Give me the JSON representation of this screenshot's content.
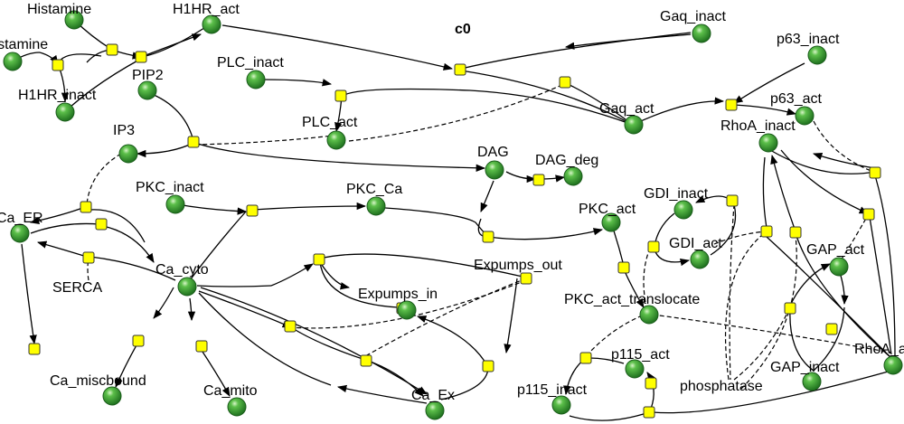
{
  "compartment": "c0",
  "colors": {
    "node": "#2e8b2e",
    "reaction": "#ffff00",
    "edge": "#000000"
  },
  "icons": {
    "species": "green-sphere-icon",
    "reaction": "yellow-square-icon"
  },
  "species": {
    "histamine": "Histamine",
    "histamine_bound": "Histamine",
    "h1hr_act": "H1HR_act",
    "h1hr_inact": "H1HR_inact",
    "pip2": "PIP2",
    "plc_inact": "PLC_inact",
    "plc_act": "PLC_act",
    "ip3": "IP3",
    "gaq_inact": "Gaq_inact",
    "gaq_act": "Gaq_act",
    "p63_inact": "p63_inact",
    "p63_act": "p63_act",
    "rhoa_inact": "RhoA_inact",
    "rhoa_act": "RhoA_act",
    "dag": "DAG",
    "dag_deg": "DAG_deg",
    "pkc_inact": "PKC_inact",
    "pkc_ca": "PKC_Ca",
    "pkc_act": "PKC_act",
    "gdi_inact": "GDI_inact",
    "gdi_act": "GDI_act",
    "gap_act": "GAP_act",
    "gap_inact": "GAP_inact",
    "ca_er": "Ca_ER",
    "serca": "SERCA",
    "ca_cyto": "Ca_cyto",
    "expumps_out": "Expumps_out",
    "expumps_in": "Expumps_in",
    "pkc_act_translocate": "PKC_act_translocate",
    "ca_miscbound": "Ca_miscbound",
    "ca_mito": "Ca_mito",
    "ca_ex": "Ca_Ex",
    "p115_act": "p115_act",
    "p115_inact": "p115_inact",
    "phosphatase": "phosphatase"
  }
}
